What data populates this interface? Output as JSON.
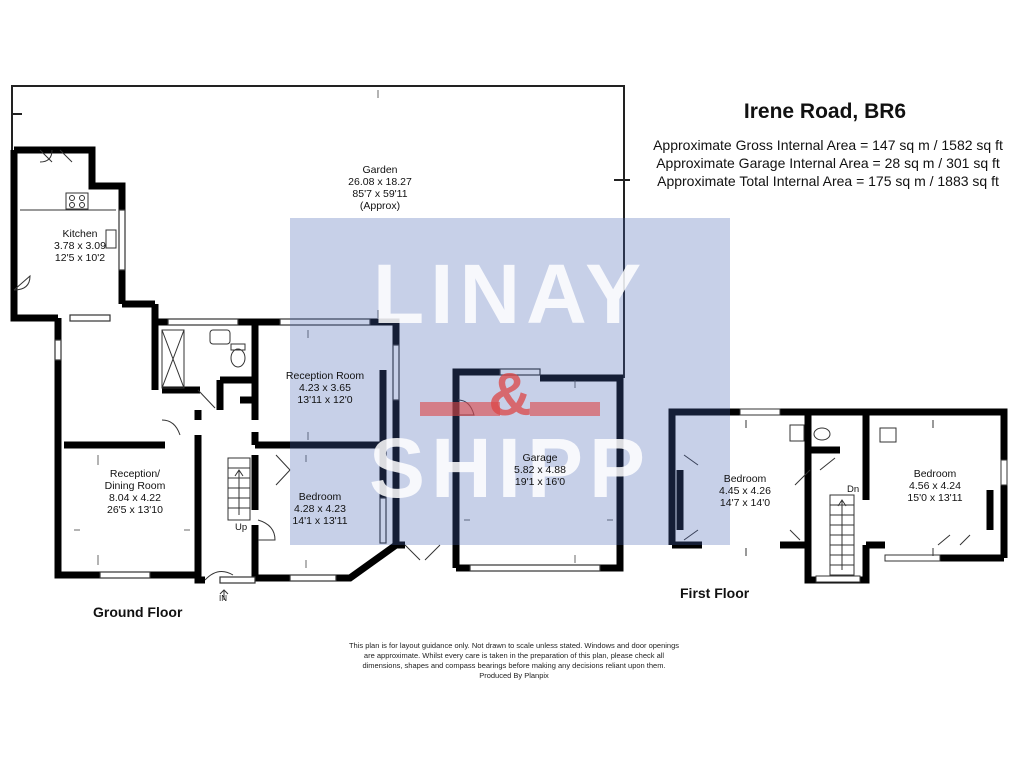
{
  "header": {
    "title": "Irene Road, BR6",
    "areas": [
      "Approximate Gross Internal Area = 147 sq m / 1582 sq ft",
      "Approximate Garage Internal Area = 28 sq m / 301 sq ft",
      "Approximate Total Internal Area = 175 sq m / 1883 sq ft"
    ]
  },
  "watermark": {
    "line1": "LINAY",
    "amp": "&",
    "line2": "SHIPP"
  },
  "rooms": {
    "garden": {
      "name": "Garden",
      "metric": "26.08 x 18.27",
      "imperial": "85'7 x 59'11",
      "note": "(Approx)"
    },
    "kitchen": {
      "name": "Kitchen",
      "metric": "3.78 x 3.09",
      "imperial": "12'5 x 10'2"
    },
    "reception_room": {
      "name": "Reception Room",
      "metric": "4.23 x 3.65",
      "imperial": "13'11 x 12'0"
    },
    "reception_dining": {
      "name": "Reception/",
      "name2": "Dining Room",
      "metric": "8.04 x 4.22",
      "imperial": "26'5 x 13'10"
    },
    "bedroom_ground": {
      "name": "Bedroom",
      "metric": "4.28 x 4.23",
      "imperial": "14'1 x 13'11"
    },
    "garage": {
      "name": "Garage",
      "metric": "5.82 x 4.88",
      "imperial": "19'1 x 16'0"
    },
    "bedroom_first_left": {
      "name": "Bedroom",
      "metric": "4.45 x 4.26",
      "imperial": "14'7 x 14'0"
    },
    "bedroom_first_right": {
      "name": "Bedroom",
      "metric": "4.56 x 4.24",
      "imperial": "15'0 x 13'11"
    }
  },
  "labels": {
    "up": "Up",
    "dn": "Dn",
    "in": "IN",
    "ground_floor": "Ground Floor",
    "first_floor": "First Floor"
  },
  "disclaimer": [
    "This plan is for layout guidance only. Not drawn to scale unless stated. Windows and door openings",
    "are approximate. Whilst every care is taken in the preparation of this plan, please check all",
    "dimensions, shapes and compass bearings before making any decisions reliant upon them.",
    "Produced By Planpix"
  ]
}
